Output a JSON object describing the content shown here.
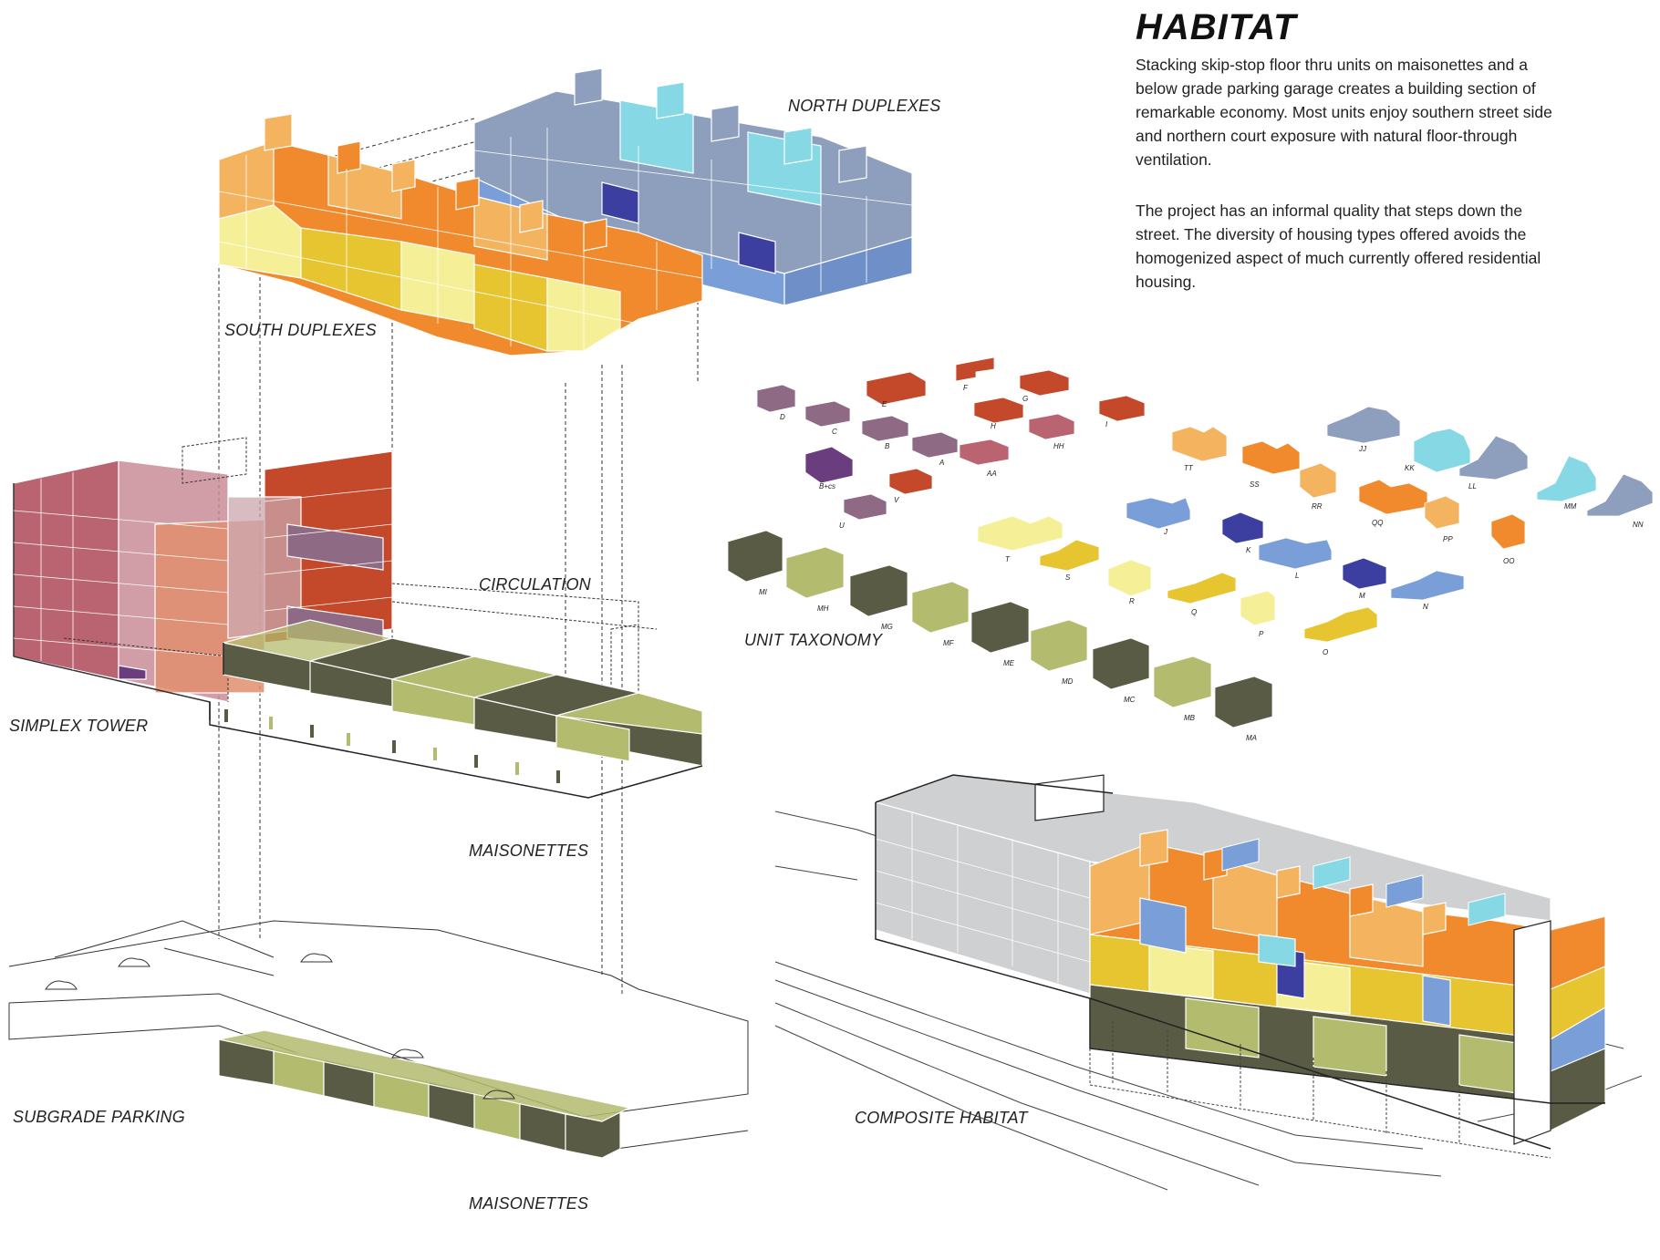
{
  "title": "HABITAT",
  "paragraphs": [
    "Stacking skip-stop floor thru units on maisonettes and a below grade parking garage creates a building section of remarkable economy. Most units enjoy southern street side and northern court exposure with natural floor-through ventilation.",
    "The project has an informal quality that steps down the street. The diversity of housing types offered avoids the homogenized aspect of much currently offered residential housing."
  ],
  "labels": {
    "north_duplexes": "NORTH DUPLEXES",
    "south_duplexes": "SOUTH DUPLEXES",
    "circulation": "CIRCULATION",
    "simplex_tower": "SIMPLEX TOWER",
    "maisonettes_upper": "MAISONETTES",
    "subgrade_parking": "SUBGRADE PARKING",
    "maisonettes_lower": "MAISONETTES",
    "unit_taxonomy": "UNIT TAXONOMY",
    "composite_habitat": "COMPOSITE HABITAT"
  },
  "units": {
    "simplex": [
      "D",
      "C",
      "E",
      "F",
      "G",
      "H",
      "HH",
      "I",
      "B",
      "A",
      "AA",
      "B+cs",
      "V",
      "U"
    ],
    "south_duplex": [
      "TT",
      "SS",
      "RR",
      "QQ",
      "PP",
      "OO"
    ],
    "north_duplex": [
      "JJ",
      "KK",
      "LL",
      "MM",
      "NN"
    ],
    "flat": [
      "T",
      "S",
      "R",
      "Q",
      "P",
      "O",
      "J",
      "K",
      "L",
      "M",
      "N"
    ],
    "maisonette": [
      "MI",
      "MH",
      "MG",
      "MF",
      "ME",
      "MD",
      "MC",
      "MB",
      "MA"
    ]
  },
  "colors": {
    "maisonette_dark": "#5a5b45",
    "maisonette_light": "#b3bb6e",
    "south_orange": "#f08a2c",
    "south_light_orange": "#f4b35e",
    "south_yellow": "#e6c530",
    "south_pale_yellow": "#f5ef98",
    "north_slate": "#8e9fbe",
    "north_blue": "#7a9fd8",
    "north_cyan": "#86d9e4",
    "north_navy": "#3d3fa0",
    "tower_pink": "#b96470",
    "tower_red": "#c4482a",
    "tower_mauve": "#8f7a8b",
    "tower_purple": "#6a3d7e",
    "composite_gray": "#cfd0d2"
  }
}
